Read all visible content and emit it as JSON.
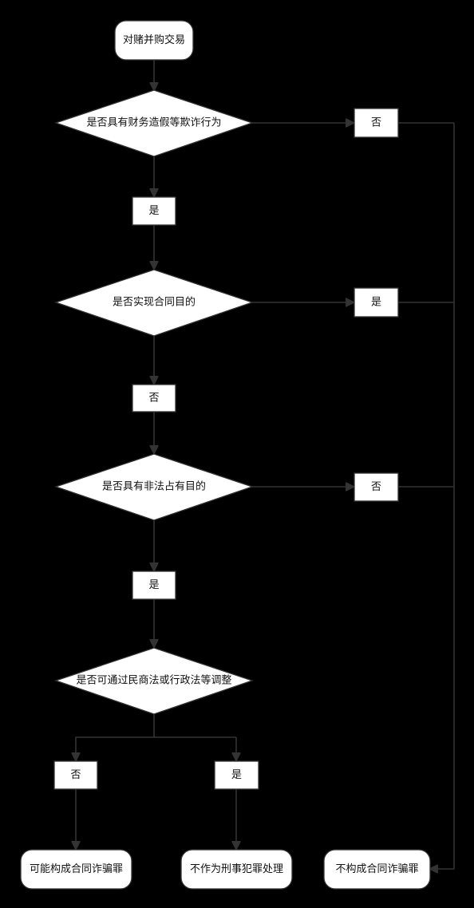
{
  "diagram": {
    "start": "对赌并购交易",
    "q1": "是否具有财务造假等欺诈行为",
    "q1_yes": "是",
    "q1_no": "否",
    "q2": "是否实现合同目的",
    "q2_no": "否",
    "q2_yes": "是",
    "q3": "是否具有非法占有目的",
    "q3_yes": "是",
    "q3_no": "否",
    "q4": "是否可通过民商法或行政法等调整",
    "q4_no": "否",
    "q4_yes": "是",
    "end_fraud": "可能构成合同诈骗罪",
    "end_noncriminal": "不作为刑事犯罪处理",
    "end_not_fraud": "不构成合同诈骗罪"
  },
  "colors": {
    "background": "#000000",
    "node_fill": "#ffffff",
    "node_stroke": "#333333",
    "edge": "#333333",
    "text": "#111111"
  }
}
